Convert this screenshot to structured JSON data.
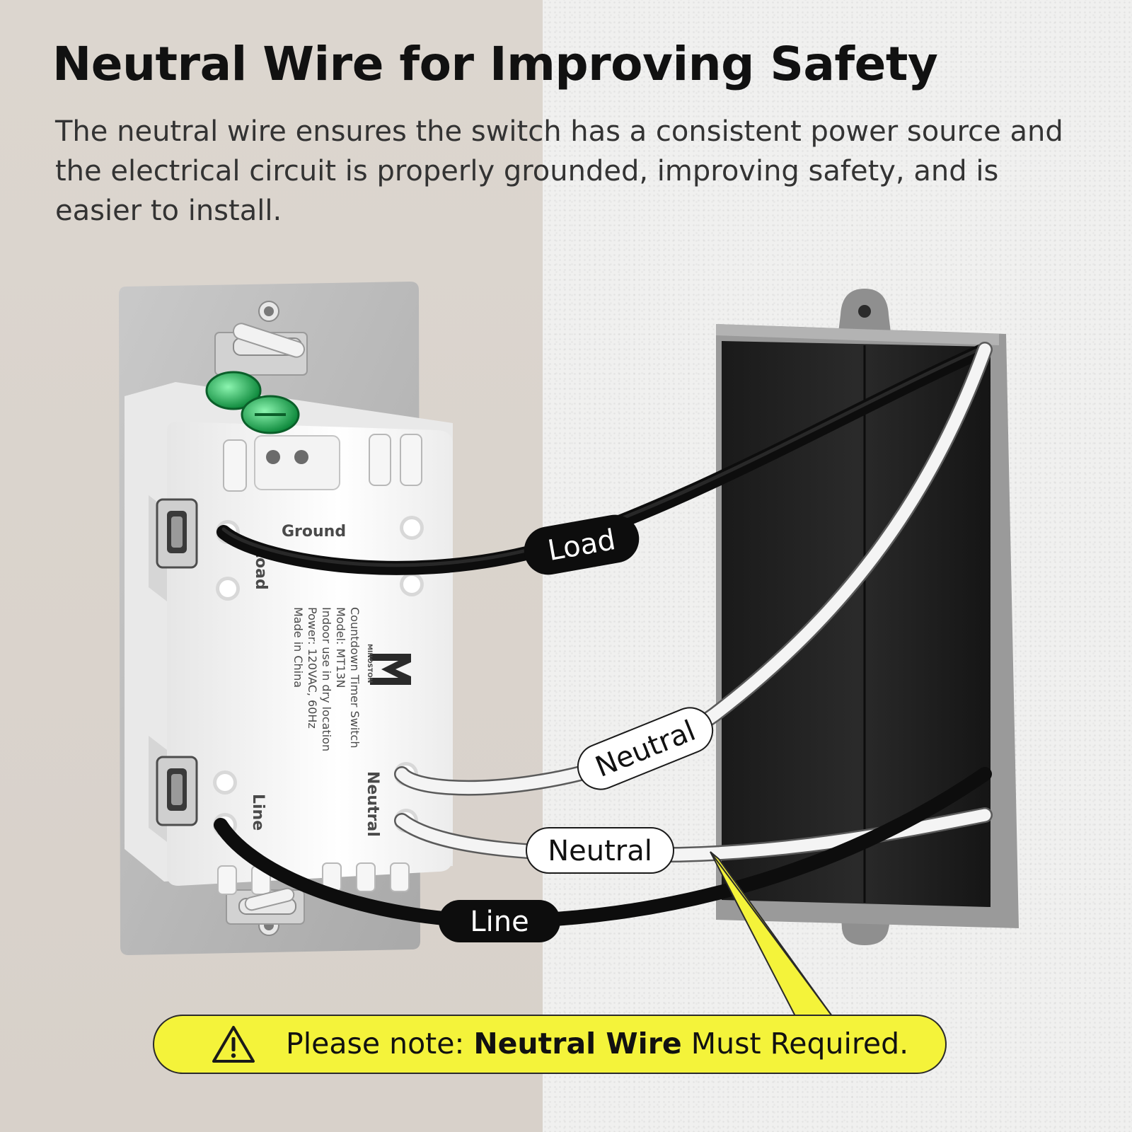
{
  "heading": {
    "title": "Neutral Wire for Improving Safety",
    "description": "The neutral wire ensures the switch has a consistent power source and the electrical circuit is properly grounded, improving safety, and is easier to install."
  },
  "device": {
    "brand": "MINOSTON",
    "label_lines": [
      "Countdown Timer Switch",
      "Model: MT13N",
      "Indoor use in dry location",
      "Power: 120VAC, 60Hz",
      "Made in China"
    ],
    "terminals": {
      "ground": "Ground",
      "load": "Load",
      "line": "Line",
      "neutral": "Neutral"
    }
  },
  "wires": {
    "load": "Load",
    "neutral_top": "Neutral",
    "neutral_bottom": "Neutral",
    "line": "Line"
  },
  "note": {
    "prefix": "Please note: ",
    "emphasis": "Neutral Wire",
    "suffix": " Must Required."
  },
  "colors": {
    "note_background": "#f4f33a",
    "wire_black": "#1b1b1b",
    "wire_white": "#f4f4f4"
  }
}
